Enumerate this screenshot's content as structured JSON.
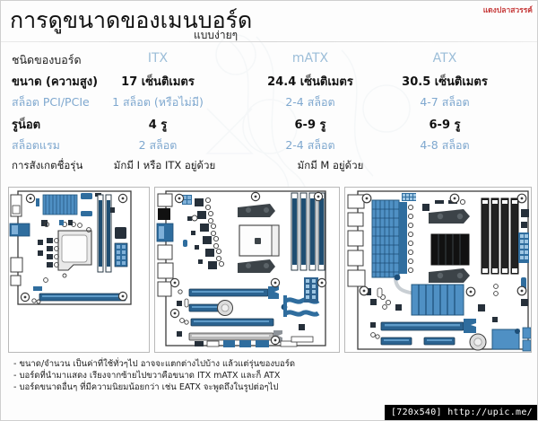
{
  "header": {
    "title": "การดูขนาดของเมนบอร์ด",
    "subtitle": "แบบง่ายๆ",
    "credit": "แดงปลาสวรรค์"
  },
  "table": {
    "columns": [
      "",
      "ITX",
      "mATX",
      "ATX"
    ],
    "rows": [
      {
        "label": "ชนิดของบอร์ด",
        "itx": "ITX",
        "matx": "mATX",
        "atx": "ATX",
        "style": "head"
      },
      {
        "label": "ขนาด (ความสูง)",
        "itx": "17 เซ็นติเมตร",
        "matx": "24.4 เซ็นติเมตร",
        "atx": "30.5 เซ็นติเมตร",
        "style": "bold"
      },
      {
        "label": "สล็อต PCI/PCIe",
        "itx": "1 สล็อต (หรือไม่มี)",
        "matx": "2-4 สล็อต",
        "atx": "4-7 สล็อต",
        "style": "blue"
      },
      {
        "label": "รูน็อต",
        "itx": "4 รู",
        "matx": "6-9 รู",
        "atx": "6-9 รู",
        "style": "bold"
      },
      {
        "label": "สล็อตแรม",
        "itx": "2 สล็อต",
        "matx": "2-4 สล็อต",
        "atx": "4-8 สล็อต",
        "style": "blue"
      },
      {
        "label": "การสังเกตชื่อรุ่น",
        "itx": "มักมี I หรือ ITX อยู่ด้วย",
        "matx": "มักมี M อยู่ด้วย",
        "atx": "",
        "style": "note"
      }
    ]
  },
  "boards": [
    {
      "name": "itx-board-diagram",
      "form_factor": "ITX"
    },
    {
      "name": "matx-board-diagram",
      "form_factor": "mATX"
    },
    {
      "name": "atx-board-diagram",
      "form_factor": "ATX"
    }
  ],
  "notes": [
    "- ขนาด/จำนวน เป็นค่าที่ใช้ทั่วๆไป อาจจะแตกต่างไปบ้าง แล้วแต่รุ่นของบอร์ด",
    "- บอร์ดที่นำมาแสดง เรียงจากซ้ายไปขวาคือขนาด ITX mATX และก็ ATX",
    "- บอร์ดขนาดอื่นๆ ที่มีความนิยมน้อยกว่า เช่น EATX จะพูดถึงในรูปต่อๆไป"
  ],
  "watermark": {
    "dimensions": "[720x540]",
    "url": "http://upic.me/"
  },
  "colors": {
    "accent_blue": "#7fa8cf",
    "header_blue": "#9bbdd8",
    "credit_red": "#c63a3a",
    "text_dark": "#1a1a1a",
    "pcb_blue": "#2f6d9e"
  }
}
